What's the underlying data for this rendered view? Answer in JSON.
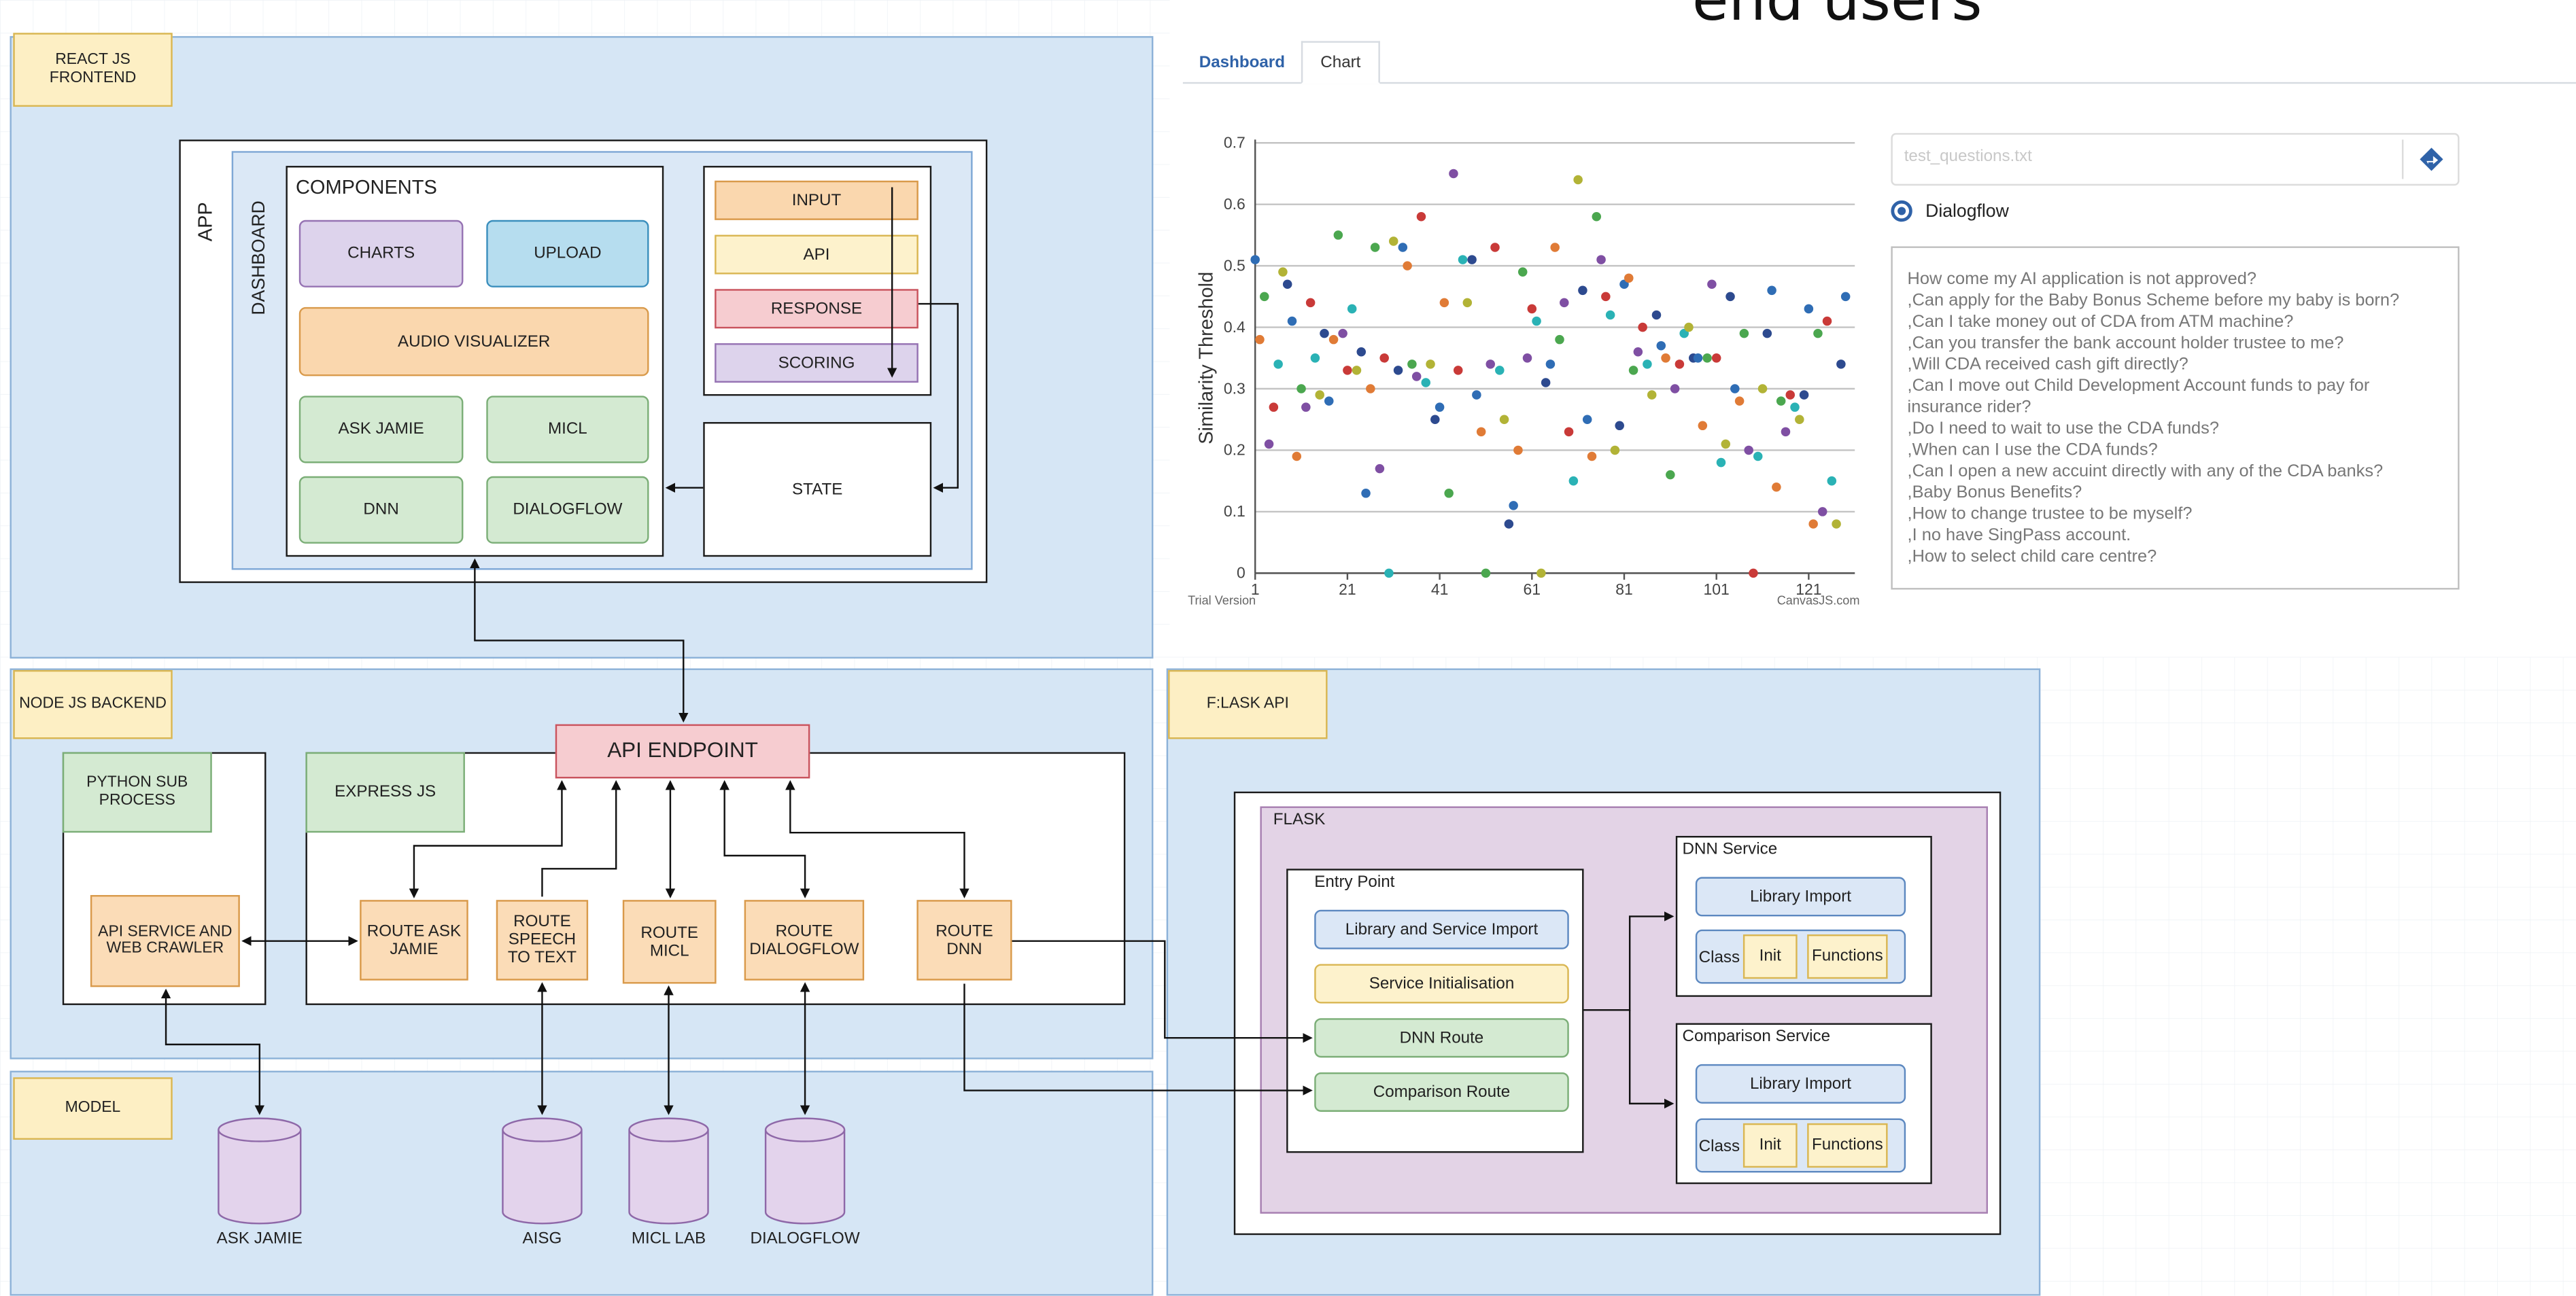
{
  "colors": {
    "panel_blue": "#d6e6f5",
    "label_yellow": "#fdefc4",
    "flask_purple": "#e3d3e6",
    "route_orange": "#fbdcb7",
    "chart_link_blue": "#2f62a8"
  },
  "frontend": {
    "label": "REACT JS FRONTEND",
    "app_label": "APP",
    "dashboard_label": "DASHBOARD",
    "components_title": "COMPONENTS",
    "components": {
      "charts": "CHARTS",
      "upload": "UPLOAD",
      "audio_visualizer": "AUDIO VISUALIZER",
      "ask_jamie": "ASK JAMIE",
      "micl": "MICL",
      "dnn": "DNN",
      "dialogflow": "DIALOGFLOW"
    },
    "pipeline": {
      "input": "INPUT",
      "api": "API",
      "response": "RESPONSE",
      "scoring": "SCORING"
    },
    "state": "STATE"
  },
  "backend": {
    "label": "NODE JS BACKEND",
    "python_sub_process": "PYTHON SUB PROCESS",
    "api_service": "API SERVICE AND WEB CRAWLER",
    "express_js": "EXPRESS JS",
    "api_endpoint": "API ENDPOINT",
    "routes": {
      "ask_jamie": "ROUTE ASK JAMIE",
      "speech": "ROUTE SPEECH TO TEXT",
      "micl": "ROUTE MICL",
      "dialogflow": "ROUTE DIALOGFLOW",
      "dnn": "ROUTE DNN"
    }
  },
  "model": {
    "label": "MODEL",
    "databases": [
      "ASK JAMIE",
      "AISG",
      "MICL LAB",
      "DIALOGFLOW"
    ]
  },
  "flask_api": {
    "label": "F:LASK API",
    "flask_label": "FLASK",
    "entry_point": {
      "title": "Entry Point",
      "library_import": "Library and Service Import",
      "service_init": "Service Initialisation",
      "dnn_route": "DNN Route",
      "comparison_route": "Comparison Route"
    },
    "dnn_service": {
      "title": "DNN Service",
      "library_import": "Library Import",
      "class_label": "Class",
      "init": "Init",
      "functions": "Functions"
    },
    "comparison_service": {
      "title": "Comparison Service",
      "library_import": "Library Import",
      "class_label": "Class",
      "init": "Init",
      "functions": "Functions"
    }
  },
  "cropped_heading": "end users",
  "dashboard_ui": {
    "tabs": [
      "Dashboard",
      "Chart"
    ],
    "active_tab": "Chart",
    "file_input_placeholder": "test_questions.txt",
    "send_icon": "diamond-arrow-icon",
    "radio_option": "Dialogflow",
    "radio_selected": true,
    "questions": [
      "How come my AI application is not approved?",
      ",Can apply for the Baby Bonus Scheme before my baby is born?",
      ",Can I take money out of CDA from ATM machine?",
      ",Can you transfer the bank account holder trustee to me?",
      ",Will CDA received cash gift directly?",
      ",Can I move out Child Development Account funds to pay for",
      "insurance rider?",
      ",Do I need to wait to use the CDA funds?",
      ",When can I use the CDA funds?",
      ",Can I open a new accuint directly with any of the CDA banks?",
      ",Baby Bonus Benefits?",
      ",How to change trustee to be myself?",
      ",I no have SingPass account.",
      ",How to select child care centre?"
    ],
    "watermark_left": "Trial Version",
    "watermark_right": "CanvasJS.com"
  },
  "chart_data": {
    "type": "scatter",
    "title": "",
    "xlabel": "",
    "ylabel": "Similarity Threshold",
    "xlim": [
      1,
      131
    ],
    "ylim": [
      0,
      0.7
    ],
    "x_ticks": [
      1,
      21,
      41,
      61,
      81,
      101,
      121
    ],
    "y_ticks": [
      0,
      0.1,
      0.2,
      0.3,
      0.4,
      0.5,
      0.6,
      0.7
    ],
    "grid": "horizontal",
    "point_colors": [
      "#2f6db5",
      "#e07b36",
      "#4ba74f",
      "#7f4fa3",
      "#c93a38",
      "#2ab2b5",
      "#b2b336",
      "#2d4a8f"
    ],
    "points": [
      [
        1,
        0.51
      ],
      [
        2,
        0.38
      ],
      [
        3,
        0.45
      ],
      [
        4,
        0.21
      ],
      [
        5,
        0.27
      ],
      [
        6,
        0.34
      ],
      [
        7,
        0.49
      ],
      [
        8,
        0.47
      ],
      [
        9,
        0.41
      ],
      [
        10,
        0.19
      ],
      [
        11,
        0.3
      ],
      [
        12,
        0.27
      ],
      [
        13,
        0.44
      ],
      [
        14,
        0.35
      ],
      [
        15,
        0.29
      ],
      [
        16,
        0.39
      ],
      [
        17,
        0.28
      ],
      [
        18,
        0.38
      ],
      [
        19,
        0.55
      ],
      [
        20,
        0.39
      ],
      [
        21,
        0.33
      ],
      [
        22,
        0.43
      ],
      [
        23,
        0.33
      ],
      [
        24,
        0.36
      ],
      [
        25,
        0.13
      ],
      [
        26,
        0.3
      ],
      [
        27,
        0.53
      ],
      [
        28,
        0.17
      ],
      [
        29,
        0.35
      ],
      [
        30,
        0.0
      ],
      [
        31,
        0.54
      ],
      [
        32,
        0.33
      ],
      [
        33,
        0.53
      ],
      [
        34,
        0.5
      ],
      [
        35,
        0.34
      ],
      [
        36,
        0.32
      ],
      [
        37,
        0.58
      ],
      [
        38,
        0.31
      ],
      [
        39,
        0.34
      ],
      [
        40,
        0.25
      ],
      [
        41,
        0.27
      ],
      [
        42,
        0.44
      ],
      [
        43,
        0.13
      ],
      [
        44,
        0.65
      ],
      [
        45,
        0.33
      ],
      [
        46,
        0.51
      ],
      [
        47,
        0.44
      ],
      [
        48,
        0.51
      ],
      [
        49,
        0.29
      ],
      [
        50,
        0.23
      ],
      [
        51,
        0.0
      ],
      [
        52,
        0.34
      ],
      [
        53,
        0.53
      ],
      [
        54,
        0.33
      ],
      [
        55,
        0.25
      ],
      [
        56,
        0.08
      ],
      [
        57,
        0.11
      ],
      [
        58,
        0.2
      ],
      [
        59,
        0.49
      ],
      [
        60,
        0.35
      ],
      [
        61,
        0.43
      ],
      [
        62,
        0.41
      ],
      [
        63,
        0.0
      ],
      [
        64,
        0.31
      ],
      [
        65,
        0.34
      ],
      [
        66,
        0.53
      ],
      [
        67,
        0.38
      ],
      [
        68,
        0.44
      ],
      [
        69,
        0.23
      ],
      [
        70,
        0.15
      ],
      [
        71,
        0.64
      ],
      [
        72,
        0.46
      ],
      [
        73,
        0.25
      ],
      [
        74,
        0.19
      ],
      [
        75,
        0.58
      ],
      [
        76,
        0.51
      ],
      [
        77,
        0.45
      ],
      [
        78,
        0.42
      ],
      [
        79,
        0.2
      ],
      [
        80,
        0.24
      ],
      [
        81,
        0.47
      ],
      [
        82,
        0.48
      ],
      [
        83,
        0.33
      ],
      [
        84,
        0.36
      ],
      [
        85,
        0.4
      ],
      [
        86,
        0.34
      ],
      [
        87,
        0.29
      ],
      [
        88,
        0.42
      ],
      [
        89,
        0.37
      ],
      [
        90,
        0.35
      ],
      [
        91,
        0.16
      ],
      [
        92,
        0.3
      ],
      [
        93,
        0.34
      ],
      [
        94,
        0.39
      ],
      [
        95,
        0.4
      ],
      [
        96,
        0.35
      ],
      [
        97,
        0.35
      ],
      [
        98,
        0.24
      ],
      [
        99,
        0.35
      ],
      [
        100,
        0.47
      ],
      [
        101,
        0.35
      ],
      [
        102,
        0.18
      ],
      [
        103,
        0.21
      ],
      [
        104,
        0.45
      ],
      [
        105,
        0.3
      ],
      [
        106,
        0.28
      ],
      [
        107,
        0.39
      ],
      [
        108,
        0.2
      ],
      [
        109,
        0.0
      ],
      [
        110,
        0.19
      ],
      [
        111,
        0.3
      ],
      [
        112,
        0.39
      ],
      [
        113,
        0.46
      ],
      [
        114,
        0.14
      ],
      [
        115,
        0.28
      ],
      [
        116,
        0.23
      ],
      [
        117,
        0.29
      ],
      [
        118,
        0.27
      ],
      [
        119,
        0.25
      ],
      [
        120,
        0.29
      ],
      [
        121,
        0.43
      ],
      [
        122,
        0.08
      ],
      [
        123,
        0.39
      ],
      [
        124,
        0.1
      ],
      [
        125,
        0.41
      ],
      [
        126,
        0.15
      ],
      [
        127,
        0.08
      ],
      [
        128,
        0.34
      ],
      [
        129,
        0.45
      ]
    ]
  }
}
